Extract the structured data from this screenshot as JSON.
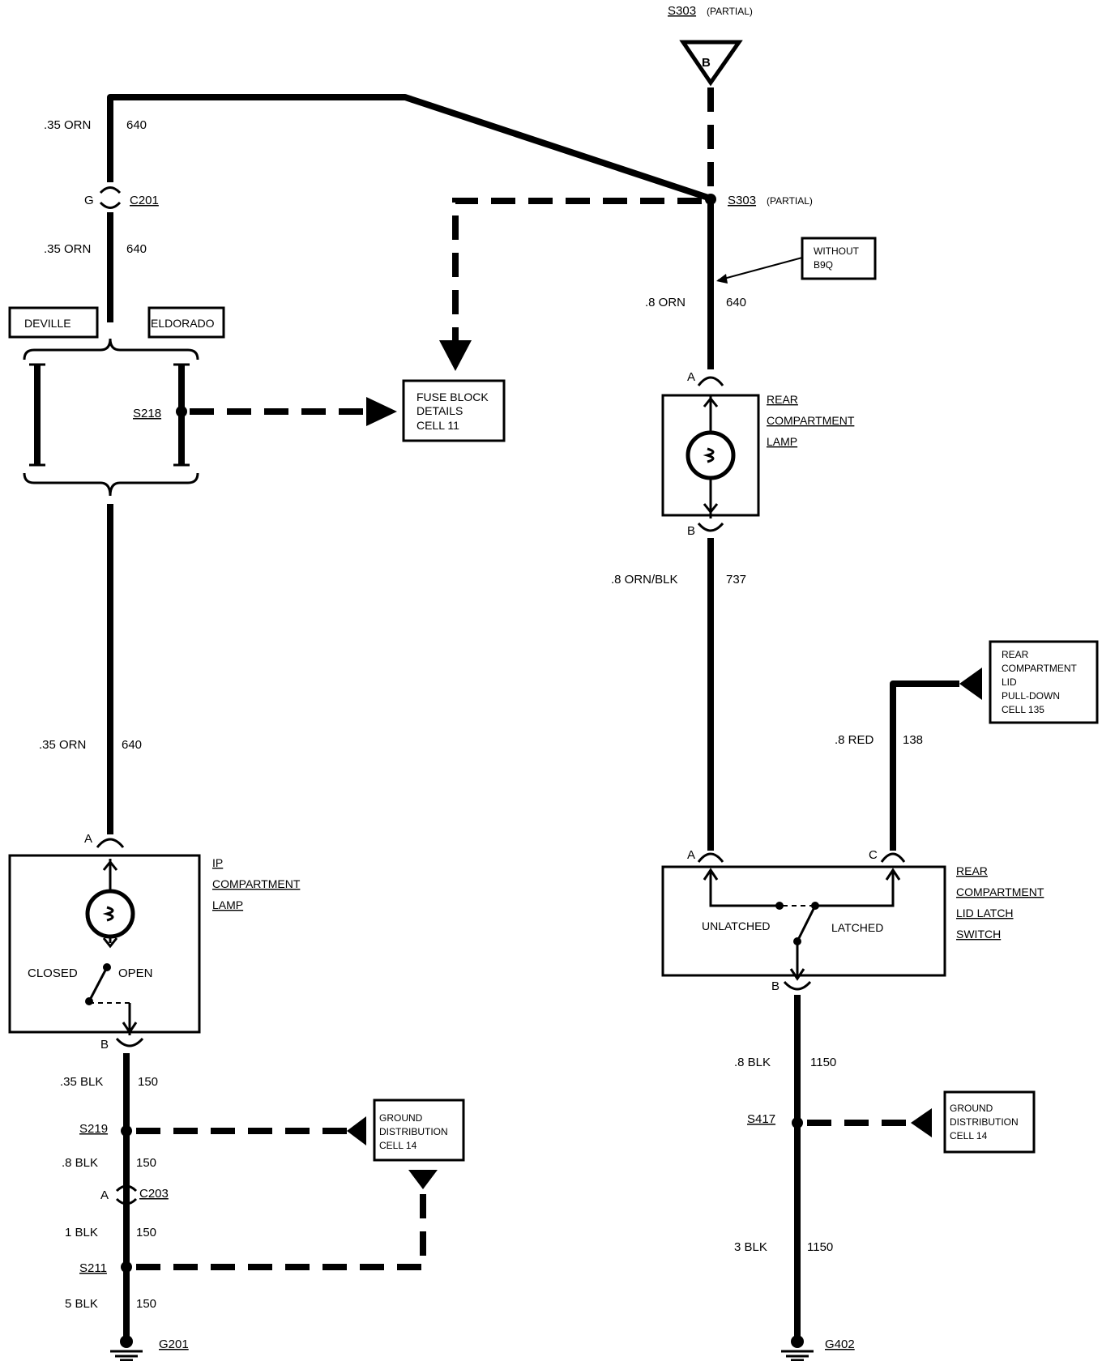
{
  "top_connector": {
    "label": "S303",
    "qualifier": "(PARTIAL)",
    "symbol": "B"
  },
  "left": {
    "wire1": {
      "gauge": ".35 ORN",
      "circuit": "640"
    },
    "c201": {
      "pin": "G",
      "label": "C201"
    },
    "wire2": {
      "gauge": ".35 ORN",
      "circuit": "640"
    },
    "deville": "DEVILLE",
    "eldorado": "ELDORADO",
    "s218": "S218",
    "fuse_block": [
      "FUSE BLOCK",
      "DETAILS",
      "CELL 11"
    ],
    "wire3": {
      "gauge": ".35 ORN",
      "circuit": "640"
    },
    "ip_lamp": {
      "pin_a": "A",
      "pin_b": "B",
      "name": [
        "IP",
        "COMPARTMENT",
        "LAMP"
      ],
      "closed": "CLOSED",
      "open": "OPEN"
    },
    "wire4": {
      "gauge": ".35 BLK",
      "circuit": "150"
    },
    "s219": "S219",
    "ground_dist": [
      "GROUND",
      "DISTRIBUTION",
      "CELL 14"
    ],
    "wire5": {
      "gauge": ".8 BLK",
      "circuit": "150"
    },
    "c203": {
      "pin": "A",
      "label": "C203"
    },
    "wire6": {
      "gauge": "1 BLK",
      "circuit": "150"
    },
    "s211": "S211",
    "wire7": {
      "gauge": "5 BLK",
      "circuit": "150"
    },
    "ground": "G201"
  },
  "right": {
    "s303": {
      "label": "S303",
      "qualifier": "(PARTIAL)"
    },
    "without": [
      "WITHOUT",
      "B9Q"
    ],
    "wire1": {
      "gauge": ".8 ORN",
      "circuit": "640"
    },
    "rear_lamp": {
      "pin_a": "A",
      "pin_b": "B",
      "name": [
        "REAR",
        "COMPARTMENT",
        "LAMP"
      ]
    },
    "wire2": {
      "gauge": ".8 ORN/BLK",
      "circuit": "737"
    },
    "pulldown": [
      "REAR",
      "COMPARTMENT",
      "LID",
      "PULL-DOWN",
      "CELL 135"
    ],
    "wire3": {
      "gauge": ".8 RED",
      "circuit": "138"
    },
    "latch_switch": {
      "pin_a": "A",
      "pin_c": "C",
      "pin_b": "B",
      "name": [
        "REAR",
        "COMPARTMENT",
        "LID LATCH",
        "SWITCH"
      ],
      "unlatched": "UNLATCHED",
      "latched": "LATCHED"
    },
    "wire4": {
      "gauge": ".8 BLK",
      "circuit": "1150"
    },
    "s417": "S417",
    "ground_dist": [
      "GROUND",
      "DISTRIBUTION",
      "CELL 14"
    ],
    "wire5": {
      "gauge": "3 BLK",
      "circuit": "1150"
    },
    "ground": "G402"
  }
}
